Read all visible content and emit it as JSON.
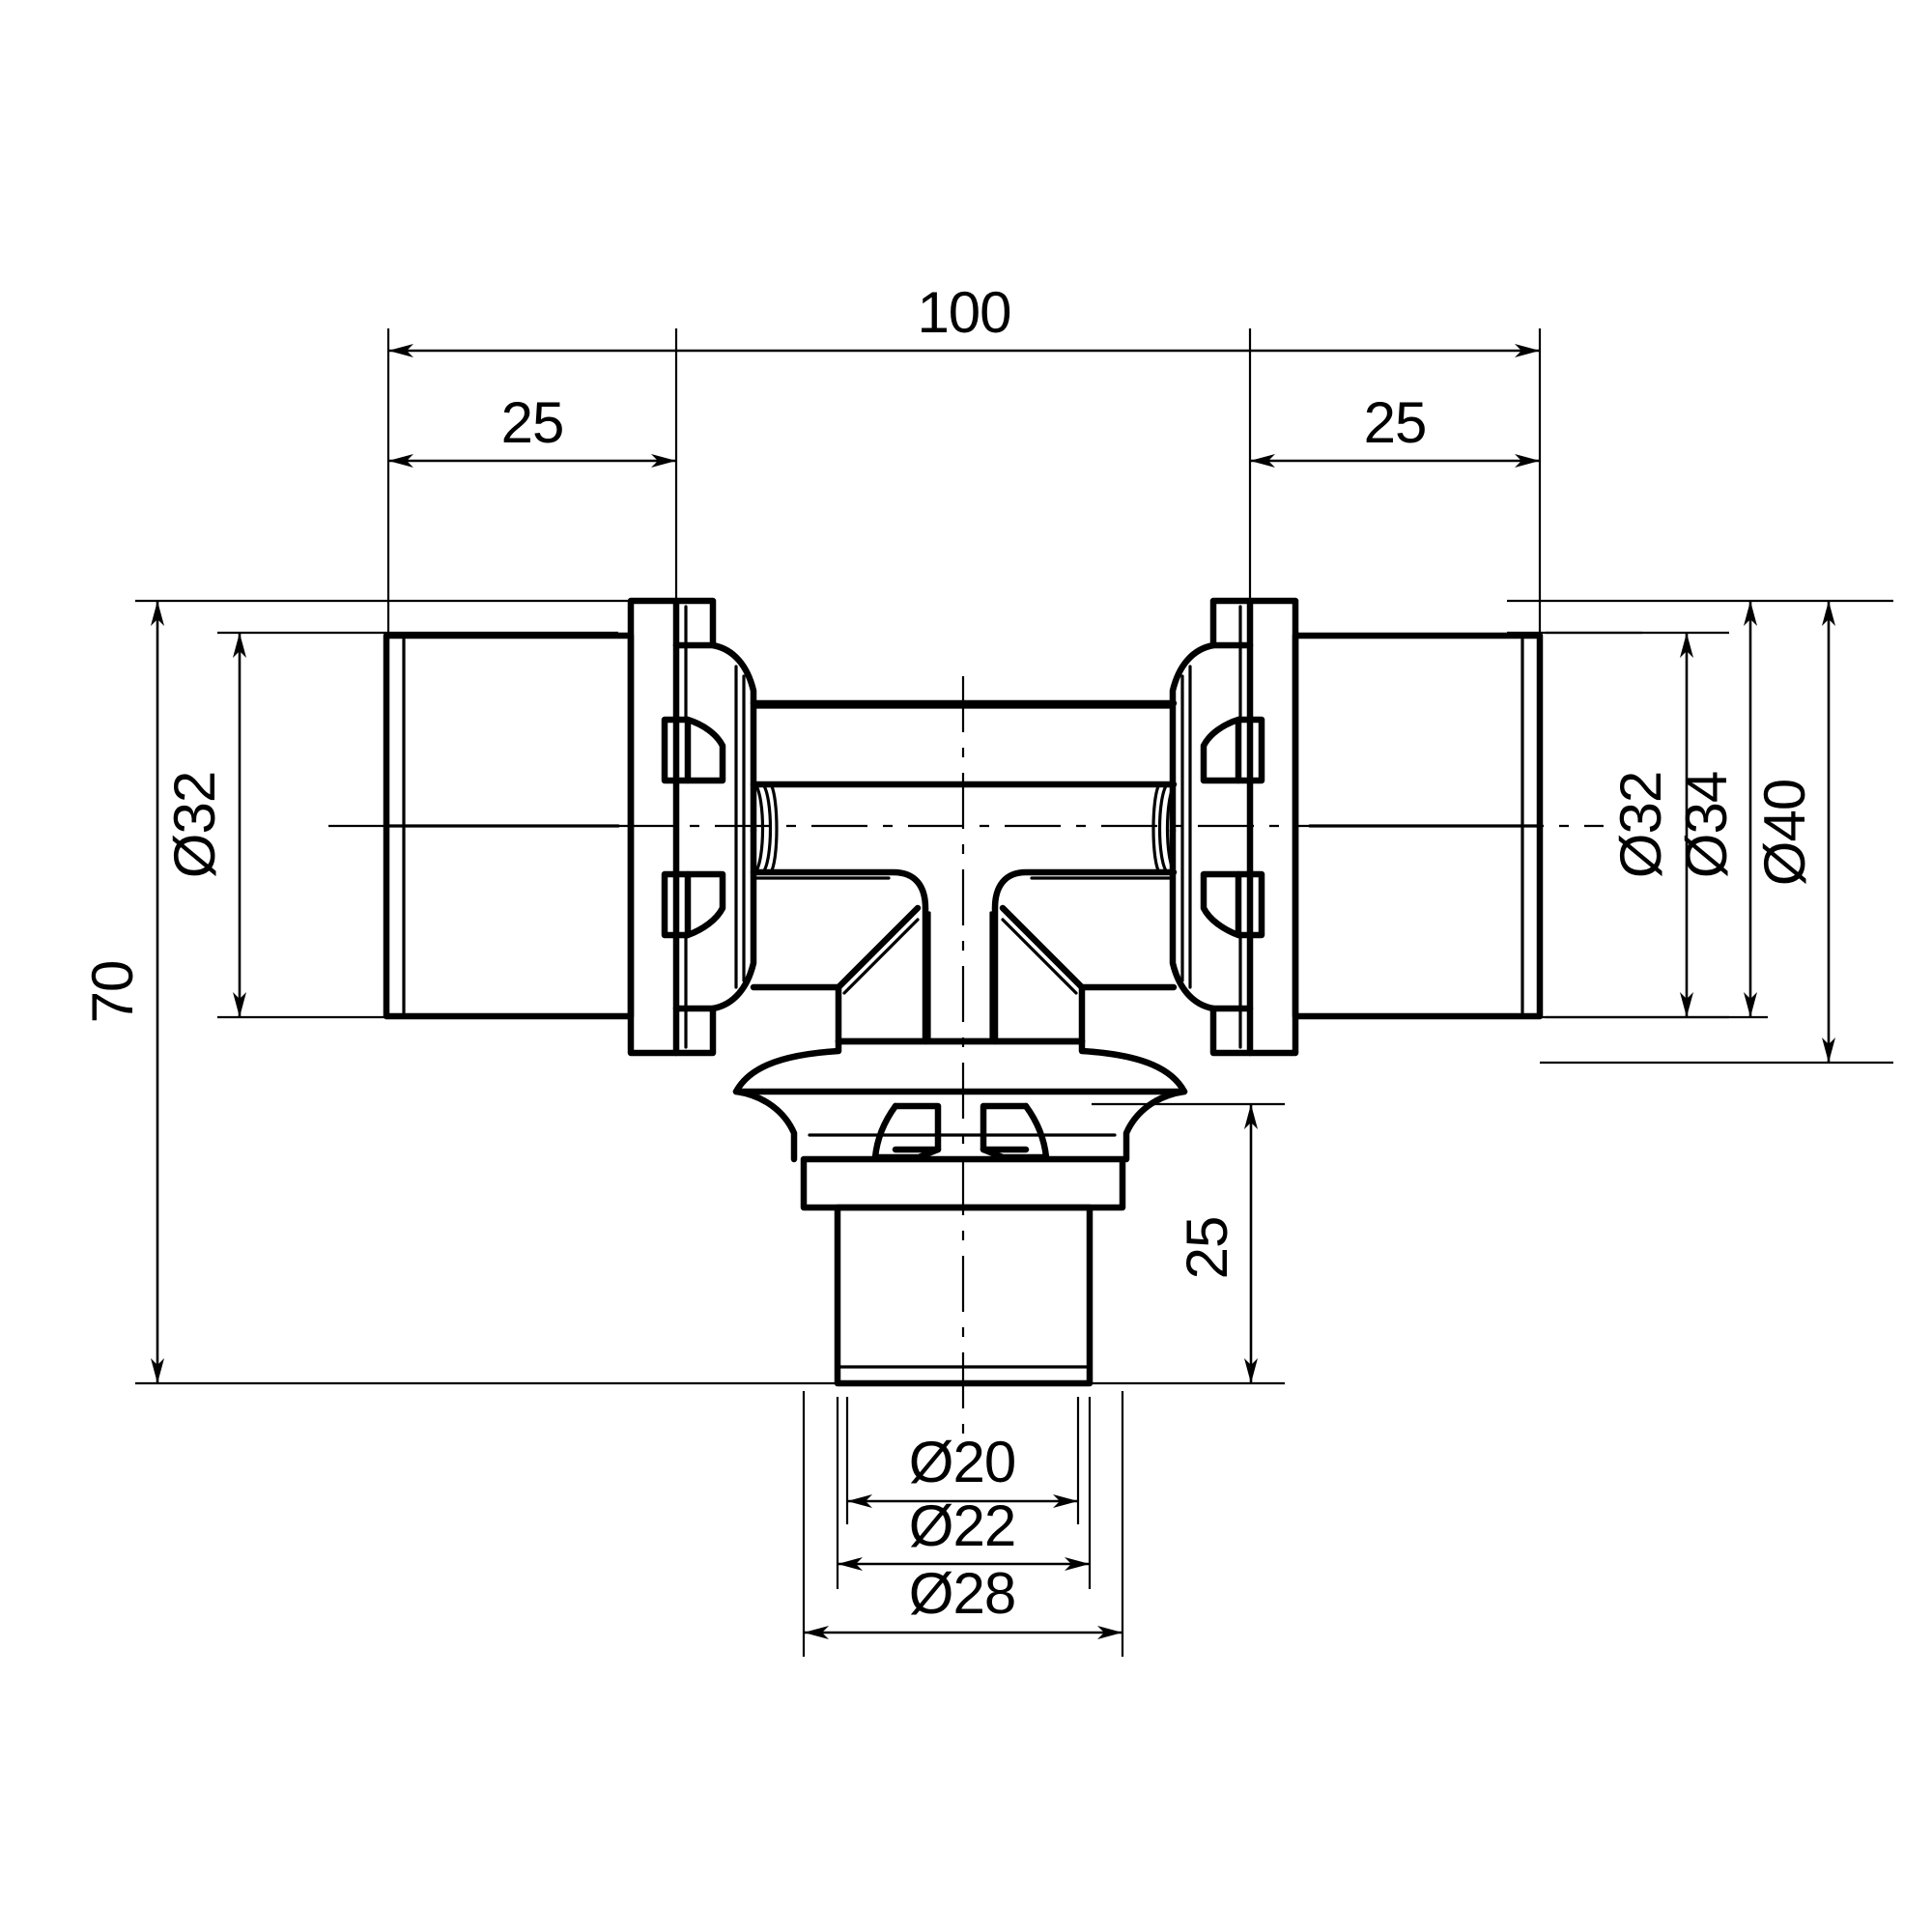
{
  "drawing": {
    "title": "Press fitting tee - dimensioned technical drawing",
    "units": "mm",
    "line_color": "#000000",
    "background_color": "#ffffff"
  },
  "dimensions": {
    "overall_length": "100",
    "left_socket_depth": "25",
    "right_socket_depth": "25",
    "branch_socket_depth": "25",
    "overall_height": "70",
    "left_body_diameter": "Ø32",
    "right_body_diameter": "Ø32",
    "right_mid_diameter": "Ø34",
    "right_outer_diameter": "Ø40",
    "branch_inner_diameter": "Ø20",
    "branch_mid_diameter": "Ø22",
    "branch_outer_diameter": "Ø28"
  },
  "labels": [
    {
      "id": "len-100",
      "text": "100",
      "orientation": "horizontal"
    },
    {
      "id": "left-25",
      "text": "25",
      "orientation": "horizontal"
    },
    {
      "id": "right-25",
      "text": "25",
      "orientation": "horizontal"
    },
    {
      "id": "height-70",
      "text": "70",
      "orientation": "vertical"
    },
    {
      "id": "left-d32",
      "text": "Ø32",
      "orientation": "vertical"
    },
    {
      "id": "right-d32",
      "text": "Ø32",
      "orientation": "vertical"
    },
    {
      "id": "right-d34",
      "text": "Ø34",
      "orientation": "vertical"
    },
    {
      "id": "right-d40",
      "text": "Ø40",
      "orientation": "vertical"
    },
    {
      "id": "branch-25",
      "text": "25",
      "orientation": "vertical"
    },
    {
      "id": "branch-d20",
      "text": "Ø20",
      "orientation": "horizontal"
    },
    {
      "id": "branch-d22",
      "text": "Ø22",
      "orientation": "horizontal"
    },
    {
      "id": "branch-d28",
      "text": "Ø28",
      "orientation": "horizontal"
    }
  ]
}
